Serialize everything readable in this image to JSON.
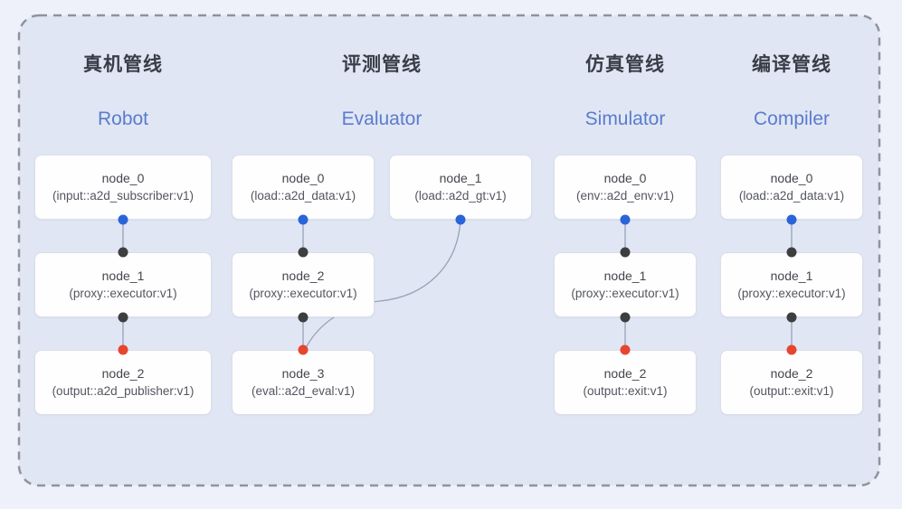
{
  "panel": {
    "colors": {
      "page_background": "#eef1f9",
      "panel_background": "#e0e6f4",
      "panel_border": "#8e939e",
      "node_background": "#fefefe",
      "node_border": "#dcdfe8",
      "edge": "#98a2b8",
      "port_blue": "#2a64d9",
      "port_black": "#3e3e40",
      "port_red": "#e8452e",
      "title_zh_color": "#383d47",
      "title_en_color": "#5b7ccb",
      "node_text_color": "#44474e"
    },
    "pipelines": [
      {
        "title_zh": "真机管线",
        "title_en": "Robot",
        "nodes": [
          {
            "name": "node_0",
            "detail": "(input::a2d_subscriber:v1)"
          },
          {
            "name": "node_1",
            "detail": "(proxy::executor:v1)"
          },
          {
            "name": "node_2",
            "detail": "(output::a2d_publisher:v1)"
          }
        ]
      },
      {
        "title_zh": "评测管线",
        "title_en": "Evaluator",
        "nodes": [
          {
            "name": "node_0",
            "detail": "(load::a2d_data:v1)"
          },
          {
            "name": "node_1",
            "detail": "(load::a2d_gt:v1)"
          },
          {
            "name": "node_2",
            "detail": "(proxy::executor:v1)"
          },
          {
            "name": "node_3",
            "detail": "(eval::a2d_eval:v1)"
          }
        ]
      },
      {
        "title_zh": "仿真管线",
        "title_en": "Simulator",
        "nodes": [
          {
            "name": "node_0",
            "detail": "(env::a2d_env:v1)"
          },
          {
            "name": "node_1",
            "detail": "(proxy::executor:v1)"
          },
          {
            "name": "node_2",
            "detail": "(output::exit:v1)"
          }
        ]
      },
      {
        "title_zh": "编译管线",
        "title_en": "Compiler",
        "nodes": [
          {
            "name": "node_0",
            "detail": "(load::a2d_data:v1)"
          },
          {
            "name": "node_1",
            "detail": "(proxy::executor:v1)"
          },
          {
            "name": "node_2",
            "detail": "(output::exit:v1)"
          }
        ]
      }
    ]
  }
}
